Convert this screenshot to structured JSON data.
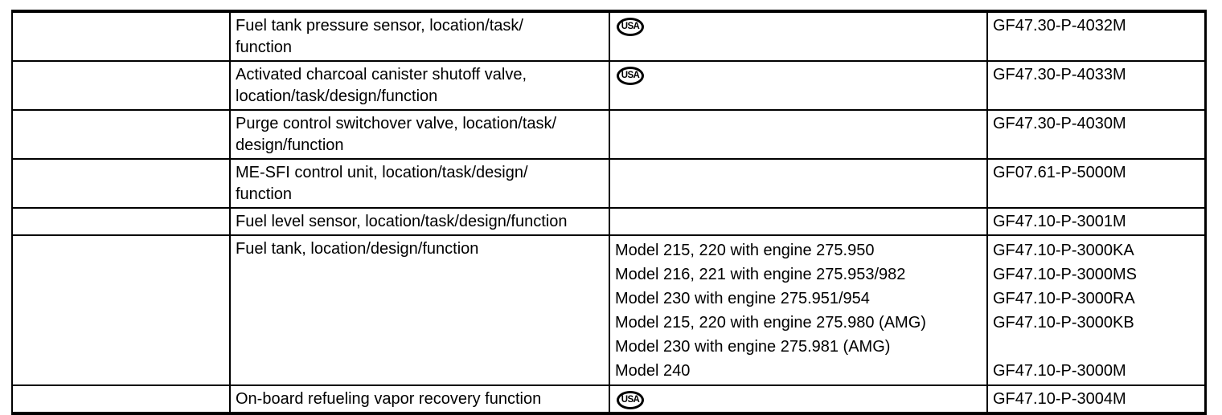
{
  "usa_badge": {
    "label": "USA"
  },
  "table": {
    "rows": [
      {
        "desc_lines": [
          "Fuel tank pressure sensor, location/task/",
          "function"
        ],
        "usa": true,
        "docs": [
          "GF47.30-P-4032M"
        ]
      },
      {
        "desc_lines": [
          "Activated charcoal canister shutoff valve,",
          "location/task/design/function"
        ],
        "usa": true,
        "docs": [
          "GF47.30-P-4033M"
        ]
      },
      {
        "desc_lines": [
          "Purge control switchover valve, location/task/",
          "design/function"
        ],
        "usa": false,
        "docs": [
          "GF47.30-P-4030M"
        ]
      },
      {
        "desc_lines": [
          "ME-SFI control unit, location/task/design/",
          "function"
        ],
        "usa": false,
        "docs": [
          "GF07.61-P-5000M"
        ]
      },
      {
        "desc_lines": [
          "Fuel level sensor, location/task/design/function"
        ],
        "usa": false,
        "docs": [
          "GF47.10-P-3001M"
        ]
      },
      {
        "desc_lines": [
          "Fuel tank, location/design/function"
        ],
        "usa": false,
        "models": [
          "Model 215, 220 with engine 275.950",
          "Model 216, 221 with engine 275.953/982",
          "Model 230 with engine 275.951/954",
          "Model 215, 220 with engine 275.980 (AMG)",
          "Model 230 with engine 275.981 (AMG)",
          "Model 240"
        ],
        "docs": [
          "GF47.10-P-3000KA",
          "GF47.10-P-3000MS",
          "GF47.10-P-3000RA",
          "GF47.10-P-3000KB",
          "",
          "GF47.10-P-3000M"
        ]
      },
      {
        "desc_lines": [
          "On-board refueling vapor recovery function"
        ],
        "usa": true,
        "docs": [
          "GF47.10-P-3004M"
        ]
      }
    ]
  }
}
